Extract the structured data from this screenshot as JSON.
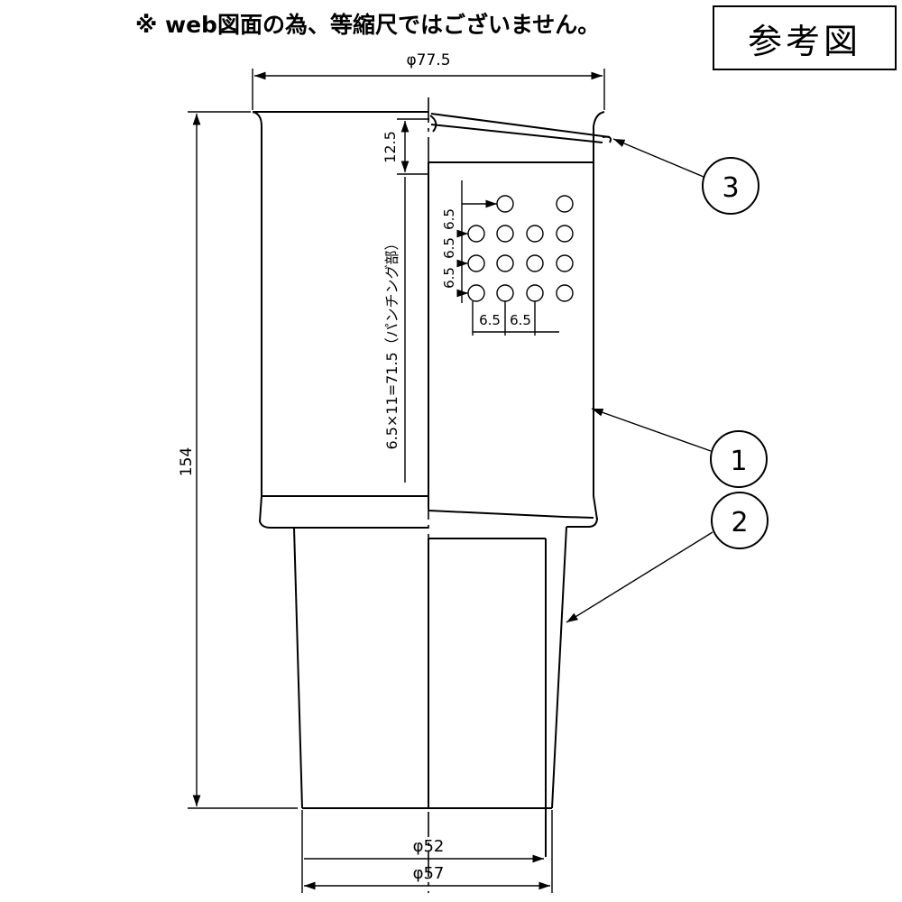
{
  "header": {
    "notice": "※ web図面の為、等縮尺ではございません。",
    "reference_label": "参考図"
  },
  "dimensions": {
    "top_diameter": "φ77.5",
    "height": "154",
    "rim_height": "12.5",
    "punching_spec": "6.5×11=71.5（パンチング部）",
    "pitch_v1": "6.5",
    "pitch_v2": "6.5",
    "pitch_v3": "6.5",
    "pitch_h1": "6.5",
    "pitch_h2": "6.5",
    "inner_bottom_diameter": "φ52",
    "outer_bottom_diameter": "φ57"
  },
  "callouts": {
    "c1": "1",
    "c2": "2",
    "c3": "3"
  }
}
